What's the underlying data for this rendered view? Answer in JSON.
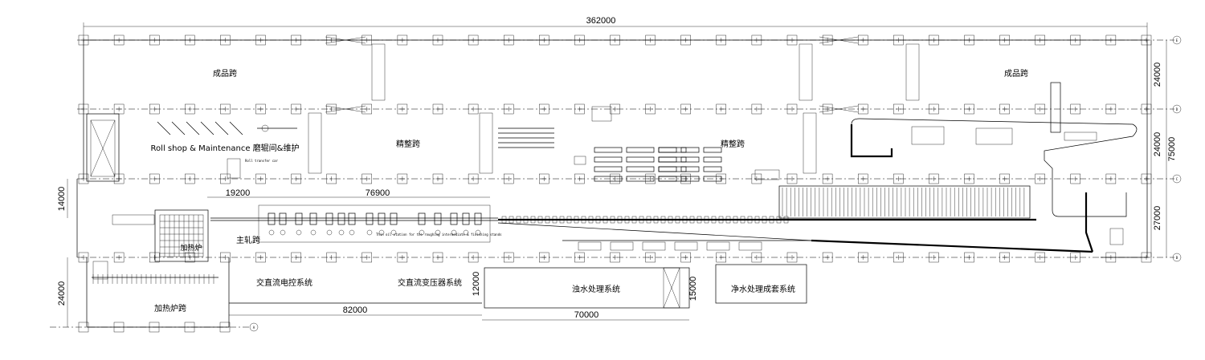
{
  "dimensions": {
    "total_length": "362000",
    "span_e_d": "24000",
    "span_d_c": "24000",
    "span_c_b": "27000",
    "total_width": "75000",
    "left_14000": "14000",
    "left_24000": "24000",
    "d_19200": "19200",
    "d_76900": "76900",
    "d_82000": "82000",
    "d_70000": "70000",
    "d_12000": "12000",
    "d_15000": "15000"
  },
  "axes": {
    "e": "E",
    "d": "D",
    "c": "C",
    "b": "B",
    "a": "A"
  },
  "areas": {
    "finished_left": "成品跨",
    "finished_right": "成品跨",
    "roll_shop": "Roll shop & Maintenance 磨辊间&维护",
    "finishing_mid": "精整跨",
    "finishing_right": "精整跨",
    "main_mill": "主轧跨",
    "reheat_bay": "加热炉跨",
    "furnace": "加热炉",
    "ac_control": "交直流电控系统",
    "transformer": "交直流变压器系统",
    "turbid_water": "浊水处理系统",
    "clean_water": "净水处理成套系统"
  },
  "small_labels": {
    "roll_transfer_car": "Roll transfer car",
    "oil_station": "Thin oil station for the roughing intermediate & finishing stands"
  }
}
